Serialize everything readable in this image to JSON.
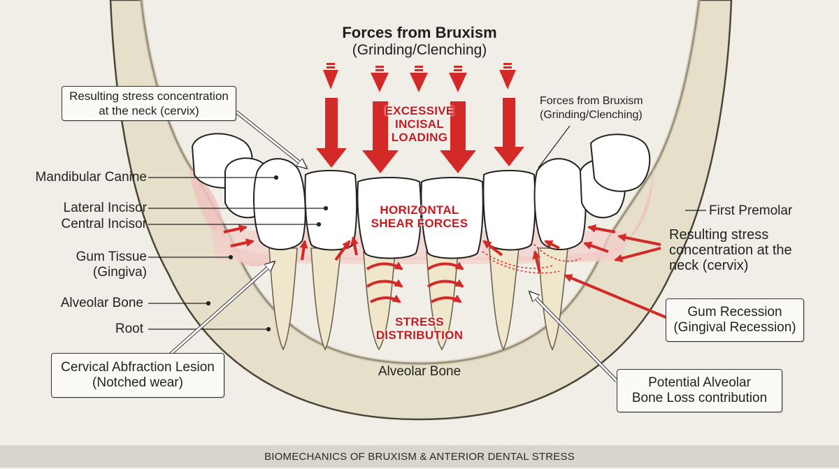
{
  "title": "Forces from Bruxism",
  "subtitle": "(Grinding/Clenching)",
  "left_labels": {
    "mandibular_canine": "Mandibular Canine",
    "lateral_incisor": "Lateral Incisor",
    "central_incisor": "Central Incisor",
    "gum_tissue_1": "Gum Tissue",
    "gum_tissue_2": "(Gingiva)",
    "alveolar_bone": "Alveolar Bone",
    "root": "Root"
  },
  "stress_box_left": {
    "line1": "Resulting stress concentration",
    "line2": "at the neck (cervix)"
  },
  "abfraction_box": {
    "line1": "Cervical Abfraction Lesion",
    "line2": "(Notched wear)"
  },
  "right_labels": {
    "forces_1": "Forces from Bruxism",
    "forces_2": "(Grinding/Clenching)",
    "first_premolar": "First Premolar",
    "stress_1": "Resulting stress",
    "stress_2": "concentration at the",
    "stress_3": "neck (cervix)"
  },
  "recession_box": {
    "line1": "Gum Recession",
    "line2": "(Gingival Recession)"
  },
  "bone_loss_box": {
    "line1": "Potential Alveolar",
    "line2": "Bone Loss contribution"
  },
  "center_labels": {
    "excessive_1": "EXCESSIVE",
    "excessive_2": "INCISAL",
    "excessive_3": "LOADING",
    "shear_1": "HORIZONTAL",
    "shear_2": "SHEAR FORCES",
    "stress_dist_1": "STRESS",
    "stress_dist_2": "DISTRIBUTION",
    "alveolar_bone": "Alveolar Bone"
  },
  "footer": "BIOMECHANICS OF BRUXISM & ANTERIOR DENTAL STRESS",
  "colors": {
    "background": "#f1eee7",
    "bone": "#e6dfc9",
    "bone_outline": "#4a4538",
    "gum": "#efc3bf",
    "tooth": "#ffffff",
    "root": "#f0e6cc",
    "force_red": "#d42a27"
  }
}
